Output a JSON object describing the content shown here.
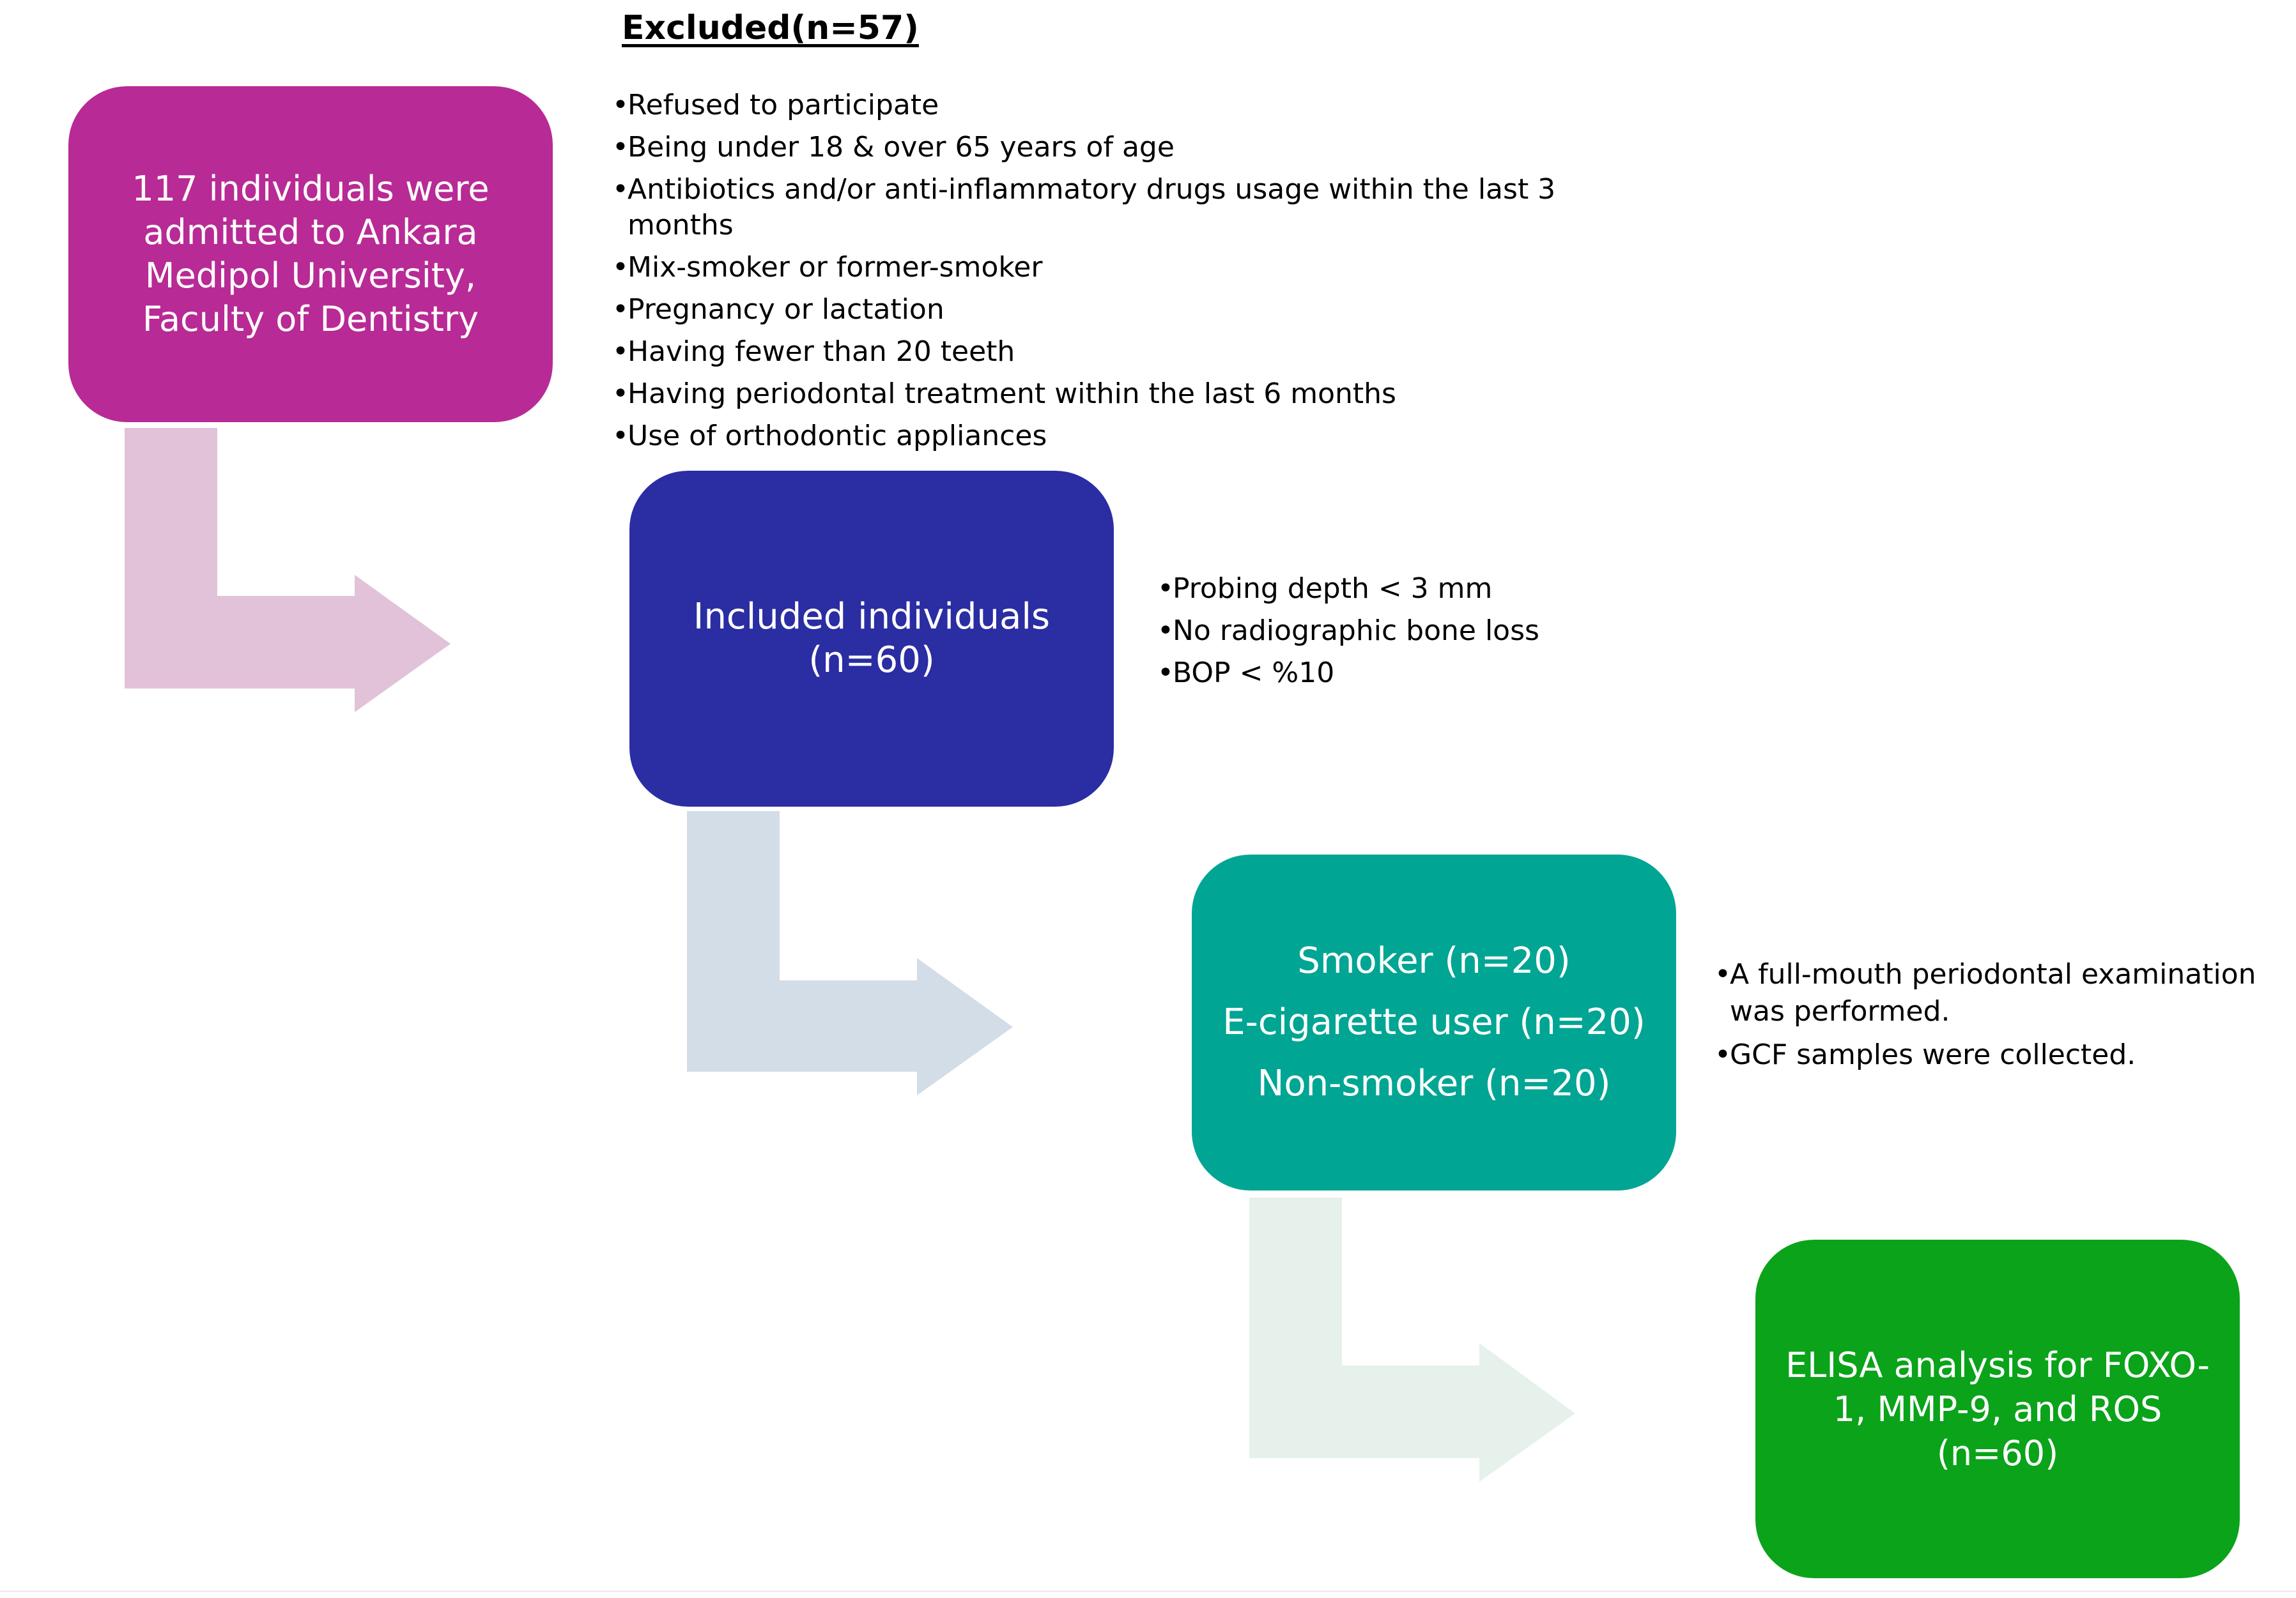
{
  "excluded": {
    "title": "Excluded(n=57)",
    "items": [
      "Refused to participate",
      "Being under 18 & over 65 years of age",
      "Antibiotics and/or anti-inflammatory drugs usage within the last 3 months",
      "Mix-smoker or former-smoker",
      "Pregnancy or lactation",
      "Having fewer than 20 teeth",
      "Having periodontal treatment within the last 6 months",
      "Use of orthodontic appliances"
    ]
  },
  "boxes": {
    "admitted": {
      "lines": [
        "117 individuals were",
        "admitted to Ankara",
        "Medipol University,",
        "Faculty of Dentistry"
      ],
      "color": "#b82a95"
    },
    "included": {
      "lines": [
        "Included individuals",
        "(n=60)"
      ],
      "color": "#2b2da3"
    },
    "groups": {
      "lines": [
        "Smoker (n=20)",
        "E-cigarette user (n=20)",
        "Non-smoker (n=20)"
      ],
      "color": "#00a593"
    },
    "elisa": {
      "lines": [
        "ELISA analysis for FOXO-",
        "1, MMP-9, and ROS",
        "(n=60)"
      ],
      "color": "#0aa31a"
    }
  },
  "inclusion_criteria": [
    "Probing depth < 3 mm",
    "No radiographic bone loss",
    "BOP < %10"
  ],
  "procedures": [
    "A full-mouth periodontal examination was performed.",
    "GCF samples were collected."
  ],
  "arrow_colors": [
    "#e2c2d8",
    "#d3dde7",
    "#e5f1ea"
  ]
}
